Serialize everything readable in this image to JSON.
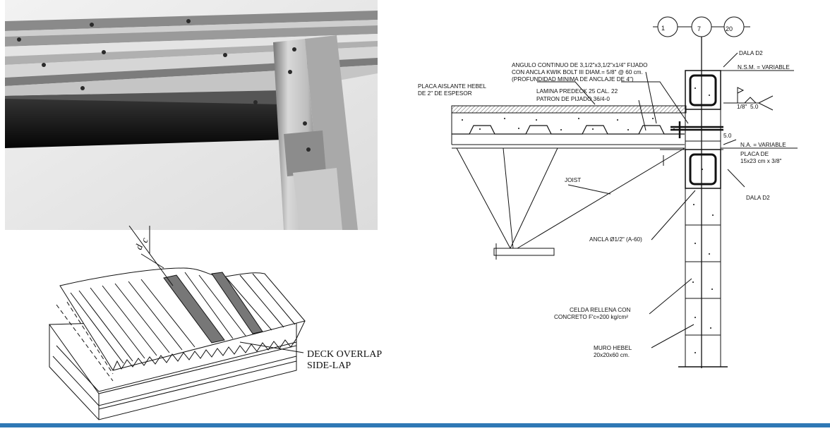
{
  "deck_detail": {
    "dimension_symbol": "d",
    "dimension_subscript": "c",
    "label_line1": "DECK OVERLAP",
    "label_line2": "SIDE-LAP"
  },
  "section_detail": {
    "grid_axes": [
      "1",
      "7",
      "20"
    ],
    "notes": {
      "angle_1": "ANGULO CONTINUO DE 3,1/2\"x3,1/2\"x1/4\" FIJADO",
      "angle_2": "CON ANCLA KWIK BOLT III DIAM.= 5/8\" @ 60 cm.",
      "angle_3": "(PROFUNDIDAD MINIMA DE ANCLAJE DE 4\")",
      "placa_1": "PLACA AISLANTE HEBEL",
      "placa_2": "DE 2\" DE ESPESOR",
      "lamina_1": "LAMINA PREDECK 25 CAL. 22",
      "lamina_2": "PATRON DE PIJADO 36/4-0",
      "joist": "JOIST",
      "ancla": "ANCLA Ø1/2\" (A-60)",
      "celda_1": "CELDA RELLENA CON",
      "celda_2": "CONCRETO F'c=200 kg/cm²",
      "muro_1": "MURO HEBEL",
      "muro_2": "20x20x60 cm."
    },
    "right_labels": {
      "dala_top": "DALA D2",
      "nsm": "N.S.M. = VARIABLE",
      "weld": "1/8\"",
      "weld_size": "5.0",
      "dim": "5.0",
      "na": "N.A. = VARIABLE",
      "placa_de_1": "PLACA DE",
      "placa_de_2": "15x23 cm x 3/8\"",
      "dala_bottom": "DALA D2"
    }
  },
  "colors": {
    "line": "#111111",
    "bottom_bar": "#2f78b5",
    "photo_sky": "#e9e9e9"
  }
}
